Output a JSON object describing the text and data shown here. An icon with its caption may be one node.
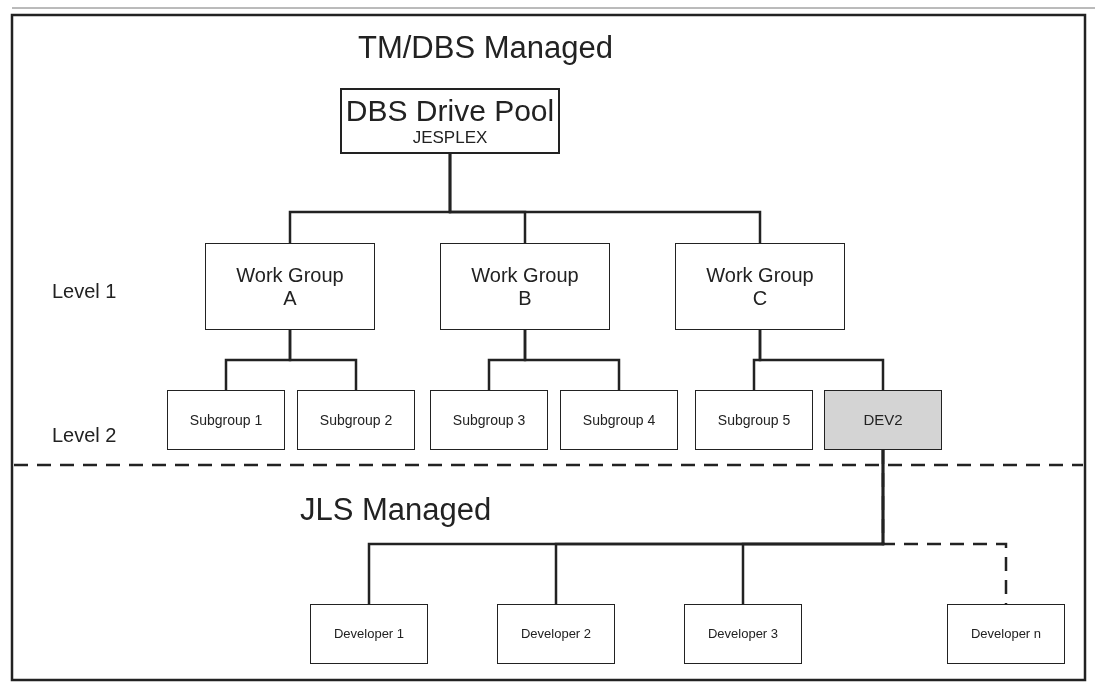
{
  "diagram": {
    "nodes": [
      {
        "text": [
          "DBS Drive Pool",
          "JESPLEX"
        ]
      },
      {
        "text": [
          "Work Group A"
        ]
      },
      {
        "text": [
          "Work Group B"
        ]
      },
      {
        "text": [
          "Work Group C"
        ]
      },
      {
        "text": [
          "Subgroup 1"
        ]
      },
      {
        "text": [
          "Subgroup 2"
        ]
      },
      {
        "text": [
          "Subgroup 3"
        ]
      },
      {
        "text": [
          "Subgroup 4"
        ]
      },
      {
        "text": [
          "Subgroup 5"
        ]
      },
      {
        "text": [
          "DEV2"
        ]
      },
      {
        "text": [
          "Developer 1"
        ]
      },
      {
        "text": [
          "Developer 2"
        ]
      },
      {
        "text": [
          "Developer 3"
        ]
      },
      {
        "text": [
          "Developer n"
        ]
      }
    ],
    "edges": [
      {
        "from": 0,
        "to": 1,
        "arrow": "none"
      },
      {
        "from": 0,
        "to": 2,
        "arrow": "none"
      },
      {
        "from": 0,
        "to": 3,
        "arrow": "none"
      },
      {
        "from": 1,
        "to": 4,
        "arrow": "none"
      },
      {
        "from": 1,
        "to": 5,
        "arrow": "none"
      },
      {
        "from": 2,
        "to": 6,
        "arrow": "none"
      },
      {
        "from": 2,
        "to": 7,
        "arrow": "none"
      },
      {
        "from": 3,
        "to": 8,
        "arrow": "none"
      },
      {
        "from": 3,
        "to": 9,
        "arrow": "none"
      },
      {
        "from": 9,
        "to": 10,
        "arrow": "none"
      },
      {
        "from": 9,
        "to": 11,
        "arrow": "none"
      },
      {
        "from": 9,
        "to": 12,
        "arrow": "none"
      },
      {
        "from": 9,
        "to": 13,
        "arrow": "none",
        "style": "dashed"
      }
    ],
    "labels": [
      "TM/DBS Managed",
      "Level 1",
      "Level 2",
      "JLS Managed"
    ]
  }
}
